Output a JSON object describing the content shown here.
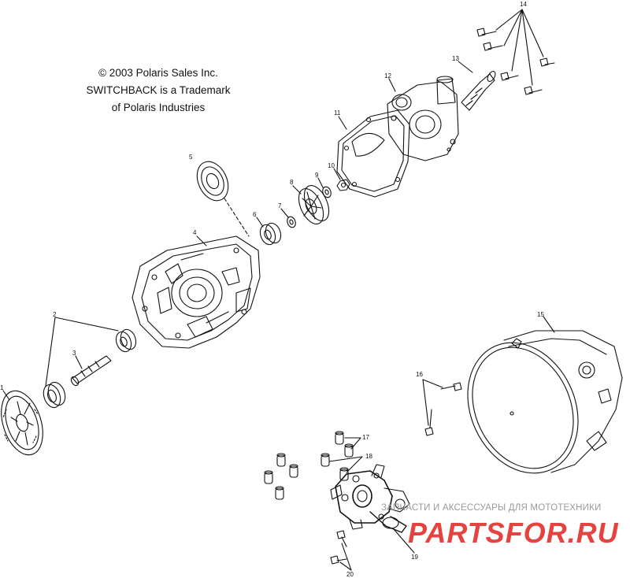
{
  "notice": {
    "line1": "© 2003 Polaris Sales Inc.",
    "line2": "SWITCHBACK is a Trademark",
    "line3": "of Polaris Industries"
  },
  "callouts": {
    "c1": "1",
    "c2": "2",
    "c3": "3",
    "c4": "4",
    "c5": "5",
    "c6": "6",
    "c7": "7",
    "c8": "8",
    "c9": "9",
    "c10": "10",
    "c11": "11",
    "c12": "12",
    "c13": "13",
    "c14": "14",
    "c15": "15",
    "c16": "16",
    "c17": "17",
    "c18": "18",
    "c19": "19",
    "c20": "20"
  },
  "watermark": {
    "tagline": "ЗАПЧАСТИ И АКСЕССУАРЫ ДЛЯ МОТОТЕХНИКИ",
    "logo": "PARTSFOR.RU"
  },
  "colors": {
    "ink": "#111111",
    "watermark_red": "#e3342f",
    "watermark_gray": "#9a9a9a"
  }
}
